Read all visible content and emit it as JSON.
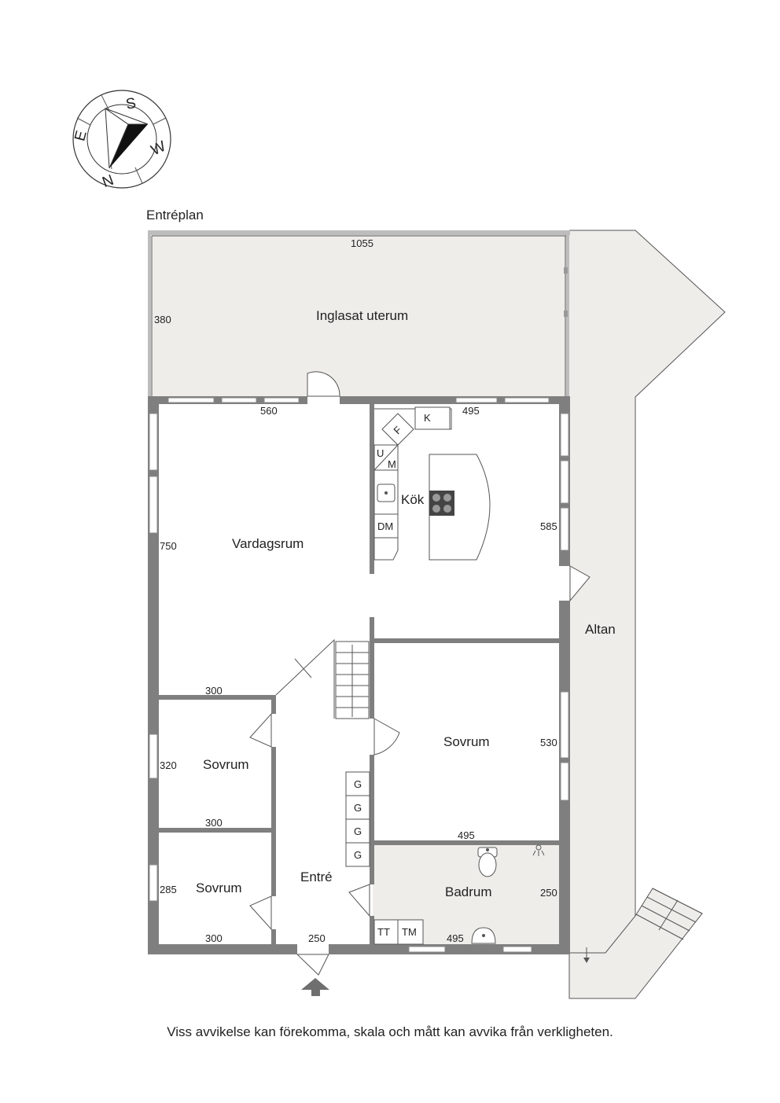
{
  "plan_title": "Entréplan",
  "disclaimer": "Viss avvikelse kan förekomma, skala och mått kan avvika från verkligheten.",
  "compass": {
    "s": "S",
    "w": "W",
    "n": "N",
    "e": "E"
  },
  "rooms": {
    "uterum": "Inglasat uterum",
    "vardagsrum": "Vardagsrum",
    "kok": "Kök",
    "altan": "Altan",
    "sovrum_large": "Sovrum",
    "sovrum_mid": "Sovrum",
    "sovrum_low": "Sovrum",
    "entre": "Entré",
    "badrum": "Badrum"
  },
  "dimensions": {
    "uterum_width": "1055",
    "uterum_depth": "380",
    "vardagsrum_width": "560",
    "kok_width": "495",
    "vardagsrum_depth": "750",
    "kok_depth": "585",
    "sovrum_mid_width": "300",
    "sovrum_mid_depth": "320",
    "sovrum_low_top_width": "300",
    "sovrum_low_depth": "285",
    "sovrum_low_width": "300",
    "entre_width": "250",
    "sovrum_large_depth": "530",
    "sovrum_large_width": "495",
    "badrum_depth": "250",
    "badrum_width": "495"
  },
  "fixtures": {
    "fridge": "F",
    "kyl": "K",
    "ugn": "U",
    "micro": "M",
    "dishwasher": "DM",
    "wardrobe_1": "G",
    "wardrobe_2": "G",
    "wardrobe_3": "G",
    "wardrobe_4": "G",
    "tumbler": "TT",
    "washer": "TM"
  }
}
